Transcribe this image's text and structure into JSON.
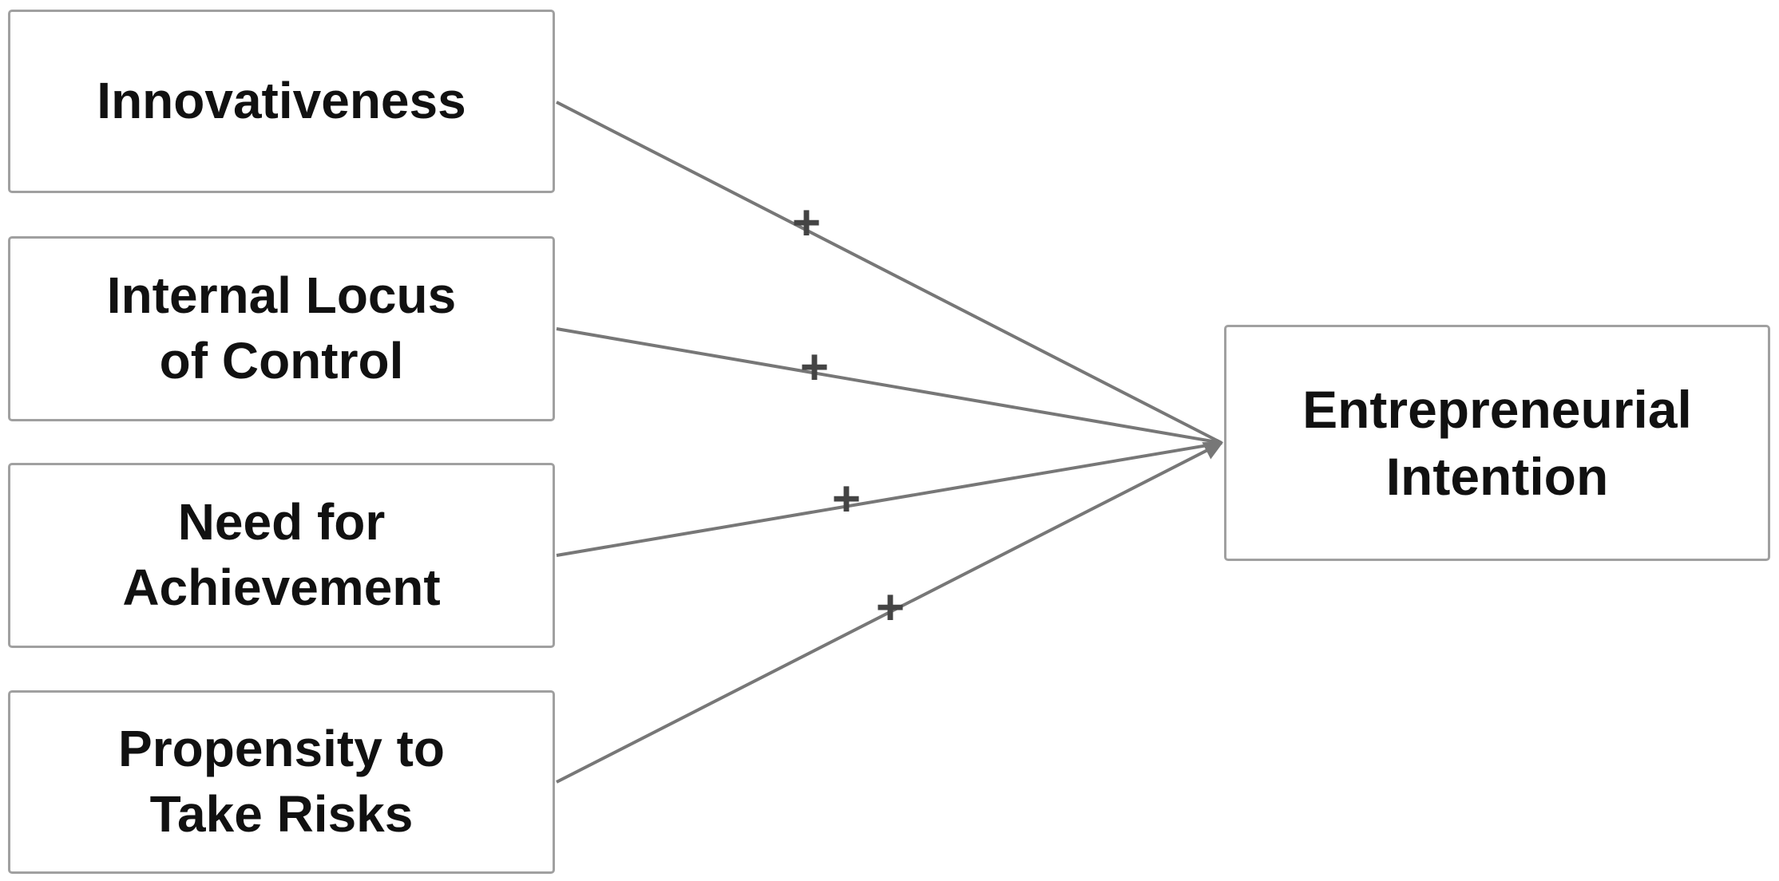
{
  "diagram": {
    "predictors": [
      {
        "label": "Innovativeness",
        "edge_sign": "+"
      },
      {
        "label": "Internal Locus\nof Control",
        "edge_sign": "+"
      },
      {
        "label": "Need for\nAchievement",
        "edge_sign": "+"
      },
      {
        "label": "Propensity to\nTake Risks",
        "edge_sign": "+"
      }
    ],
    "outcome": {
      "label": "Entrepreneurial\nIntention"
    },
    "colors": {
      "edge": "#777777",
      "border": "#a0a0a0",
      "text": "#111111"
    }
  }
}
